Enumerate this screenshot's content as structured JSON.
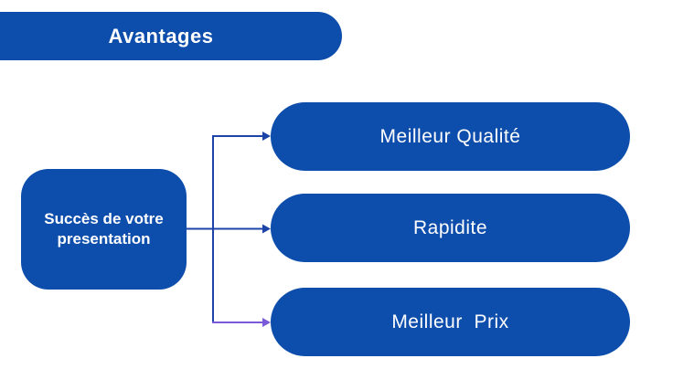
{
  "title": {
    "label": "Avantages"
  },
  "root_node": {
    "label": "Succès de votre presentation"
  },
  "nodes": [
    {
      "label": "Meilleur Qualité"
    },
    {
      "label": "Rapidite"
    },
    {
      "label": "Meilleur  Prix"
    }
  ],
  "colors": {
    "shape_blue": "#0d4dab",
    "connector_blue": "#1c44a8",
    "connector_purple": "#7a5ad8",
    "text": "#ffffff",
    "background": "#ffffff"
  }
}
